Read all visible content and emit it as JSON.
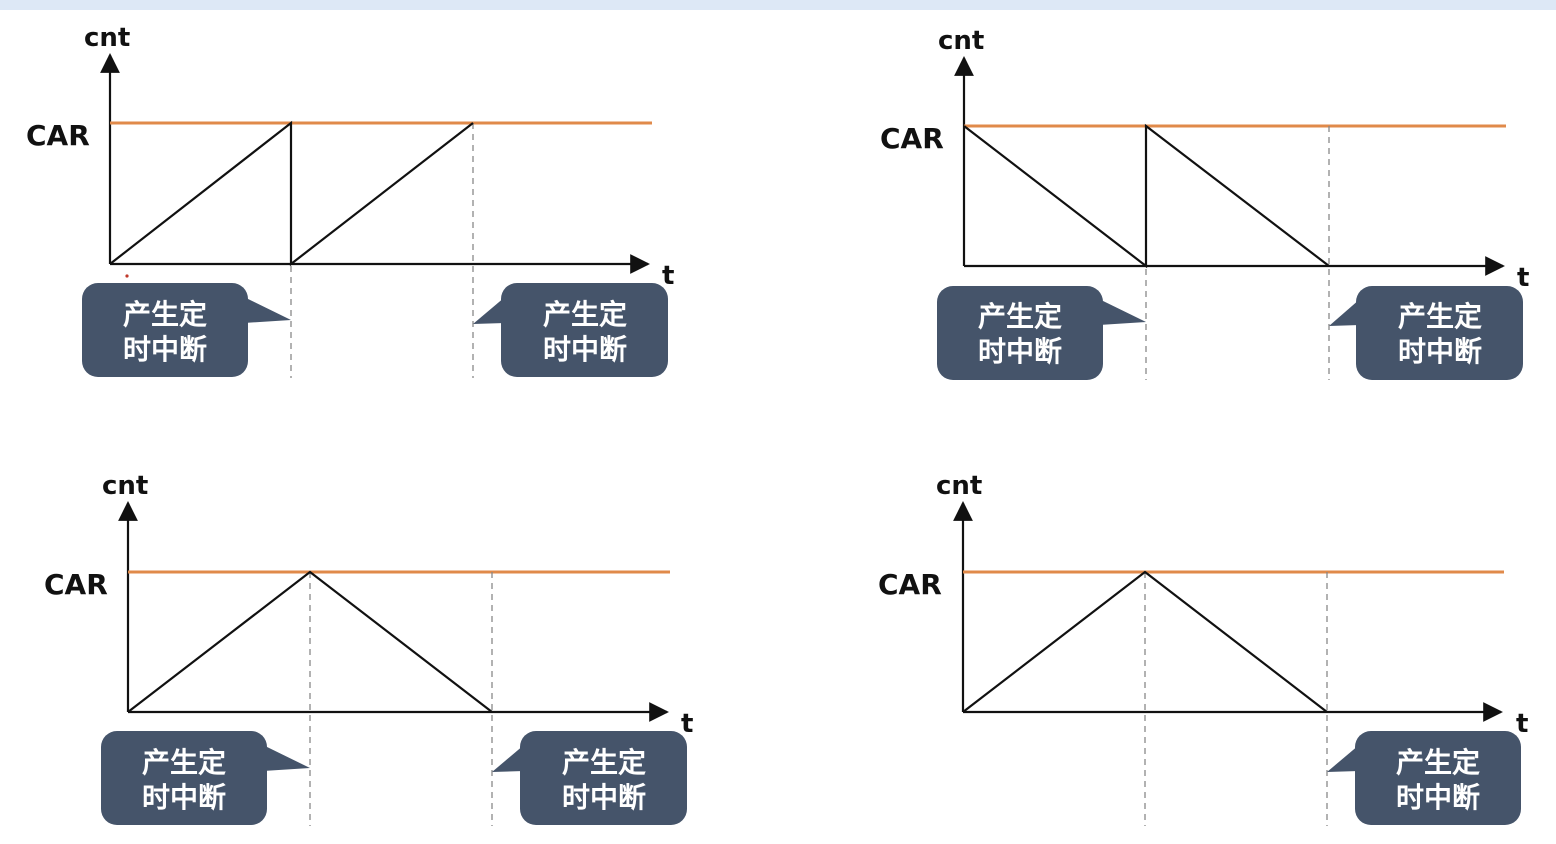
{
  "labels": {
    "y_axis": "cnt",
    "x_axis": "t",
    "threshold": "CAR",
    "interrupt_line1": "产生定",
    "interrupt_line2": "时中断"
  },
  "colors": {
    "threshold_line": "#e08a4a",
    "waveform": "#111111",
    "axis": "#111111",
    "guide": "#888888",
    "callout": "#45546a",
    "callout_text": "#ffffff",
    "top_strip": "#dde8f6"
  },
  "panels": [
    {
      "id": "panel-1",
      "mode": "up-counting",
      "waveform": "sawtooth-rising",
      "interrupt_callouts": [
        "left",
        "right"
      ]
    },
    {
      "id": "panel-2",
      "mode": "down-counting",
      "waveform": "sawtooth-falling",
      "interrupt_callouts": [
        "left",
        "right"
      ]
    },
    {
      "id": "panel-3",
      "mode": "center-aligned",
      "waveform": "triangle",
      "interrupt_callouts": [
        "left",
        "right"
      ]
    },
    {
      "id": "panel-4",
      "mode": "center-aligned",
      "waveform": "triangle",
      "interrupt_callouts": [
        "right"
      ]
    }
  ]
}
